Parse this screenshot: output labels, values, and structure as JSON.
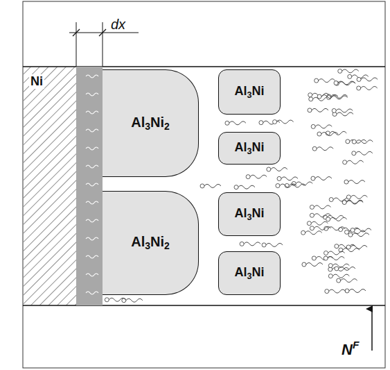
{
  "diagram": {
    "nodes": [
      {
        "text": [
          "Ni"
        ]
      },
      {
        "text": [
          "Al3Ni2"
        ]
      },
      {
        "text": [
          "Al3Ni2"
        ]
      },
      {
        "text": [
          "Al3Ni"
        ]
      },
      {
        "text": [
          "Al3Ni"
        ]
      },
      {
        "text": [
          "Al3Ni"
        ]
      },
      {
        "text": [
          "Al3Ni"
        ]
      }
    ],
    "labels": [
      "dx",
      "NF"
    ]
  }
}
